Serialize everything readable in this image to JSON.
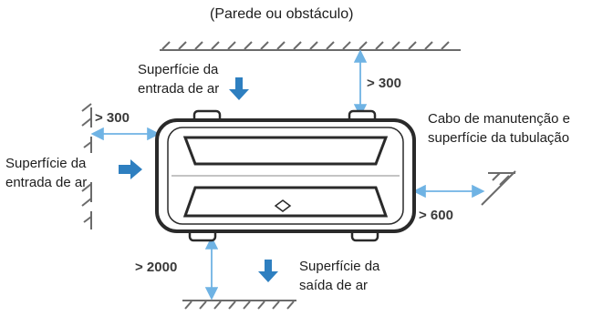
{
  "title": "(Parede ou obstáculo)",
  "labels": {
    "top_inlet_line1": "Superfície da",
    "top_inlet_line2": "entrada de ar",
    "left_inlet_line1": "Superfície da",
    "left_inlet_line2": "entrada de ar",
    "maintenance_line1": "Cabo de manutenção e",
    "maintenance_line2": "superfície da tubulação",
    "outlet_line1": "Superfície da",
    "outlet_line2": "saída de ar"
  },
  "clearances": {
    "top": "> 300",
    "left": "> 300",
    "right": "> 600",
    "bottom": "> 2000"
  },
  "colors": {
    "arrow_blue": "#2e7fc0",
    "dimension_blue": "#6fb3e4",
    "unit_fill": "#ffffff",
    "unit_stroke": "#2a2a2a",
    "hatch": "#6b6b6b"
  }
}
